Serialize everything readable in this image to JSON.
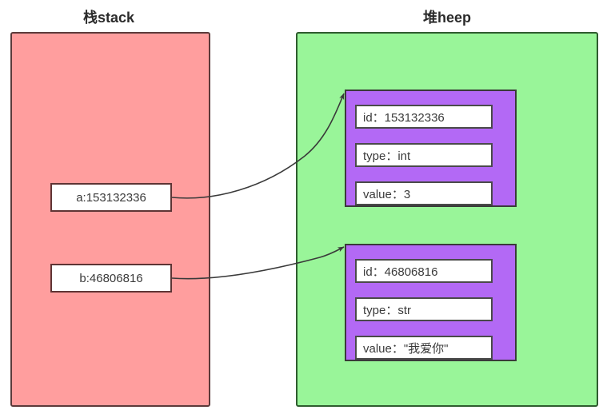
{
  "diagram": {
    "stack": {
      "title": "栈stack",
      "fill_color": "#ff9e9e",
      "border_color": "#5c3a3a",
      "boxes": [
        {
          "label": "a:153132336"
        },
        {
          "label": "b:46806816"
        }
      ]
    },
    "heap": {
      "title": "堆heep",
      "fill_color": "#99f599",
      "border_color": "#2f5c2f",
      "object_fill_color": "#b369f5",
      "objects": [
        {
          "fields": [
            "id：153132336",
            "type：int",
            "value：3"
          ]
        },
        {
          "fields": [
            "id：46806816",
            "type：str",
            "value：\"我爱你\""
          ]
        }
      ]
    },
    "arrows": [
      {
        "name": "arrow-a-to-int-object"
      },
      {
        "name": "arrow-b-to-str-object"
      }
    ]
  }
}
